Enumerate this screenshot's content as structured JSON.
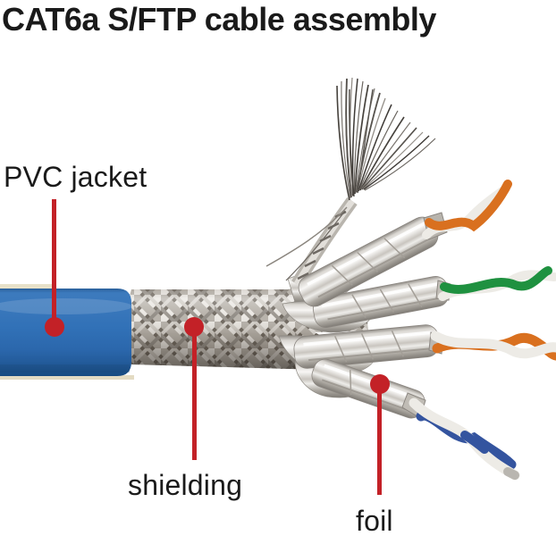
{
  "title": "CAT6a S/FTP cable assembly",
  "callouts": {
    "pvc_jacket": {
      "label": "PVC jacket"
    },
    "shielding": {
      "label": "shielding"
    },
    "foil": {
      "label": "foil"
    }
  },
  "colors": {
    "accent": "#c32127",
    "text": "#1a1a1a",
    "jacket_blue": "#3171b7",
    "wire_orange": "#d9701f",
    "wire_green": "#1f9140",
    "wire_blue": "#34549f",
    "wire_white": "#edebe6",
    "shield_silver": "#c9c5bf"
  }
}
